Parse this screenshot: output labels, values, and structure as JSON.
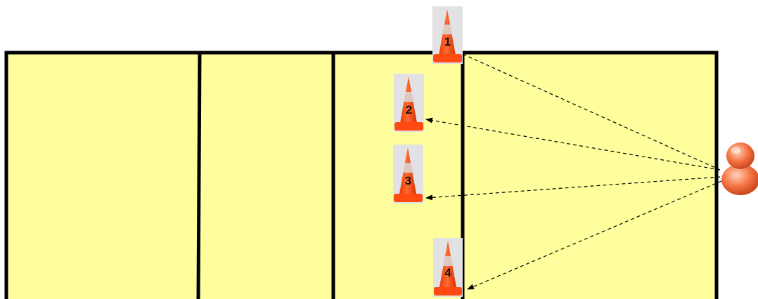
{
  "colors": {
    "field": "#fffe9c",
    "lines": "#000000",
    "cone": "#ff4a12",
    "cone_stripe": "#d9d9d9",
    "cone_photo_bg": "#e2e2e4",
    "player": "#f4703e"
  },
  "field": {
    "zones": 4
  },
  "cones": [
    {
      "label": "1"
    },
    {
      "label": "2"
    },
    {
      "label": "3"
    },
    {
      "label": "4"
    }
  ],
  "player": {
    "icon": "player-icon"
  },
  "arrows": {
    "style": "dashed",
    "from": "player",
    "to": [
      "cone-1",
      "cone-2",
      "cone-3",
      "cone-4"
    ]
  }
}
